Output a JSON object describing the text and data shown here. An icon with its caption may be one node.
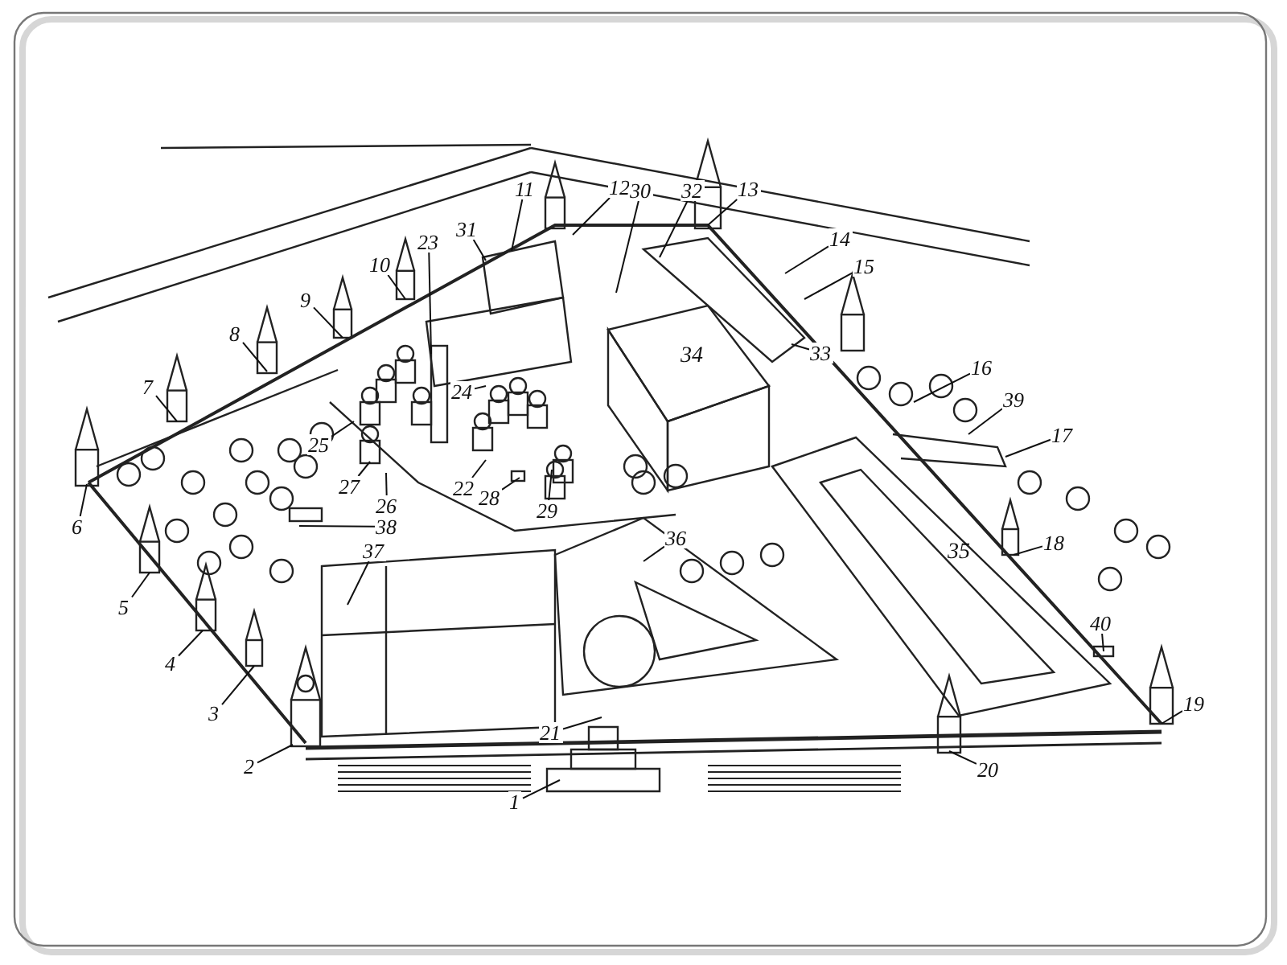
{
  "diagram": {
    "nodes": [
      {
        "text": [
          "1"
        ]
      },
      {
        "text": [
          "2"
        ]
      },
      {
        "text": [
          "3"
        ]
      },
      {
        "text": [
          "4"
        ]
      },
      {
        "text": [
          "5"
        ]
      },
      {
        "text": [
          "6"
        ]
      },
      {
        "text": [
          "7"
        ]
      },
      {
        "text": [
          "8"
        ]
      },
      {
        "text": [
          "9"
        ]
      },
      {
        "text": [
          "10"
        ]
      },
      {
        "text": [
          "11"
        ]
      },
      {
        "text": [
          "12"
        ]
      },
      {
        "text": [
          "13"
        ]
      },
      {
        "text": [
          "14"
        ]
      },
      {
        "text": [
          "15"
        ]
      },
      {
        "text": [
          "16"
        ]
      },
      {
        "text": [
          "17"
        ]
      },
      {
        "text": [
          "18"
        ]
      },
      {
        "text": [
          "19"
        ]
      },
      {
        "text": [
          "20"
        ]
      },
      {
        "text": [
          "21"
        ]
      },
      {
        "text": [
          "22"
        ]
      },
      {
        "text": [
          "23"
        ]
      },
      {
        "text": [
          "24"
        ]
      },
      {
        "text": [
          "25"
        ]
      },
      {
        "text": [
          "26"
        ]
      },
      {
        "text": [
          "27"
        ]
      },
      {
        "text": [
          "28"
        ]
      },
      {
        "text": [
          "29"
        ]
      },
      {
        "text": [
          "30"
        ]
      },
      {
        "text": [
          "31"
        ]
      },
      {
        "text": [
          "32"
        ]
      },
      {
        "text": [
          "33"
        ]
      },
      {
        "text": [
          "36"
        ]
      },
      {
        "text": [
          "37"
        ]
      },
      {
        "text": [
          "38"
        ]
      },
      {
        "text": [
          "39"
        ]
      },
      {
        "text": [
          "40"
        ]
      }
    ],
    "edges": [
      {
        "from": 0,
        "to": null,
        "arrow": "none"
      },
      {
        "from": 1,
        "to": null,
        "arrow": "none"
      },
      {
        "from": 2,
        "to": null,
        "arrow": "none"
      },
      {
        "from": 3,
        "to": null,
        "arrow": "none"
      },
      {
        "from": 4,
        "to": null,
        "arrow": "none"
      },
      {
        "from": 5,
        "to": null,
        "arrow": "none"
      },
      {
        "from": 6,
        "to": null,
        "arrow": "none"
      },
      {
        "from": 7,
        "to": null,
        "arrow": "none"
      },
      {
        "from": 8,
        "to": null,
        "arrow": "none"
      },
      {
        "from": 9,
        "to": null,
        "arrow": "none"
      },
      {
        "from": 10,
        "to": null,
        "arrow": "none"
      },
      {
        "from": 11,
        "to": null,
        "arrow": "none"
      },
      {
        "from": 12,
        "to": null,
        "arrow": "none"
      },
      {
        "from": 13,
        "to": null,
        "arrow": "none"
      },
      {
        "from": 14,
        "to": null,
        "arrow": "none"
      },
      {
        "from": 15,
        "to": null,
        "arrow": "none"
      },
      {
        "from": 16,
        "to": null,
        "arrow": "none"
      },
      {
        "from": 17,
        "to": null,
        "arrow": "none"
      },
      {
        "from": 18,
        "to": null,
        "arrow": "none"
      },
      {
        "from": 19,
        "to": null,
        "arrow": "none"
      },
      {
        "from": 20,
        "to": null,
        "arrow": "none"
      },
      {
        "from": 21,
        "to": null,
        "arrow": "none"
      },
      {
        "from": 22,
        "to": null,
        "arrow": "none"
      },
      {
        "from": 23,
        "to": null,
        "arrow": "none"
      },
      {
        "from": 24,
        "to": null,
        "arrow": "none"
      },
      {
        "from": 25,
        "to": null,
        "arrow": "none"
      },
      {
        "from": 26,
        "to": null,
        "arrow": "none"
      },
      {
        "from": 27,
        "to": null,
        "arrow": "none"
      },
      {
        "from": 28,
        "to": null,
        "arrow": "none"
      },
      {
        "from": 29,
        "to": null,
        "arrow": "none"
      },
      {
        "from": 30,
        "to": null,
        "arrow": "none"
      },
      {
        "from": 31,
        "to": null,
        "arrow": "none"
      },
      {
        "from": 32,
        "to": null,
        "arrow": "none"
      },
      {
        "from": 33,
        "to": null,
        "arrow": "none"
      },
      {
        "from": 34,
        "to": null,
        "arrow": "none"
      },
      {
        "from": 35,
        "to": null,
        "arrow": "none"
      },
      {
        "from": 36,
        "to": null,
        "arrow": "none"
      },
      {
        "from": 37,
        "to": null,
        "arrow": "none"
      }
    ],
    "labels": [
      "34",
      "35"
    ]
  }
}
